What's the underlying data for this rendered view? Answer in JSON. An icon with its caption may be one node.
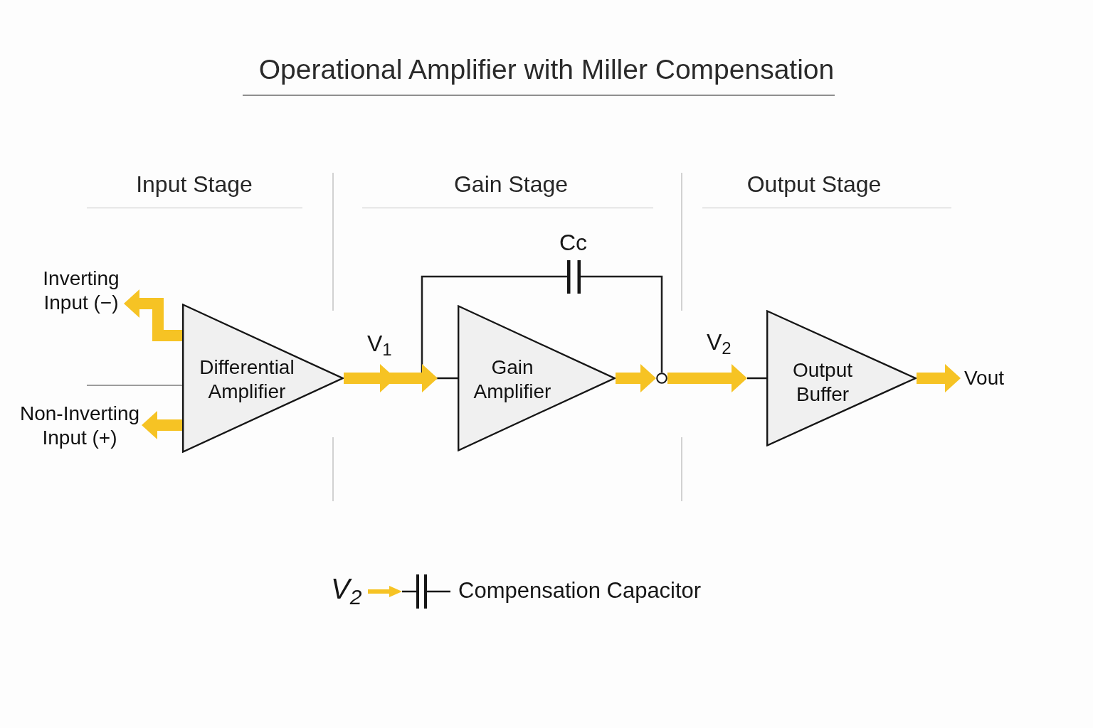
{
  "diagram": {
    "title": "Operational Amplifier with Miller Compensation",
    "nodes": [
      {
        "text": [
          "Inverting Input (−)"
        ]
      },
      {
        "text": [
          "Non-Inverting Input (+)"
        ]
      },
      {
        "text": [
          "Differential Amplifier"
        ]
      },
      {
        "text": [],
        "shape": "capacitor",
        "beside": [
          "Cc"
        ]
      },
      {
        "text": [
          "Gain Amplifier"
        ]
      },
      {
        "text": [],
        "shape": "circle"
      },
      {
        "text": [
          "Output Buffer"
        ]
      },
      {
        "text": [
          "Vout"
        ]
      }
    ],
    "edges": [
      {
        "from": 2,
        "to": 0,
        "arrow": "to"
      },
      {
        "from": 2,
        "to": 1,
        "arrow": "to"
      },
      {
        "from": 2,
        "to": 4,
        "arrow": "to",
        "label": "V$_{1}$"
      },
      {
        "from": 3,
        "to": 4,
        "arrow": "none",
        "color": "#1f1f1f"
      },
      {
        "from": 4,
        "to": 5,
        "arrow": "to"
      },
      {
        "from": 3,
        "to": 5,
        "arrow": "none",
        "color": "#1f1f1f"
      },
      {
        "from": 5,
        "to": 6,
        "arrow": "to",
        "label": "V$_{2}$"
      },
      {
        "from": 6,
        "to": 7,
        "arrow": "to"
      }
    ],
    "labels": [
      "Input Stage",
      "Gain Stage",
      "Output Stage",
      "V$_{2}$"
    ],
    "legend": [
      {
        "text": "Compensation Capacitor"
      }
    ]
  }
}
